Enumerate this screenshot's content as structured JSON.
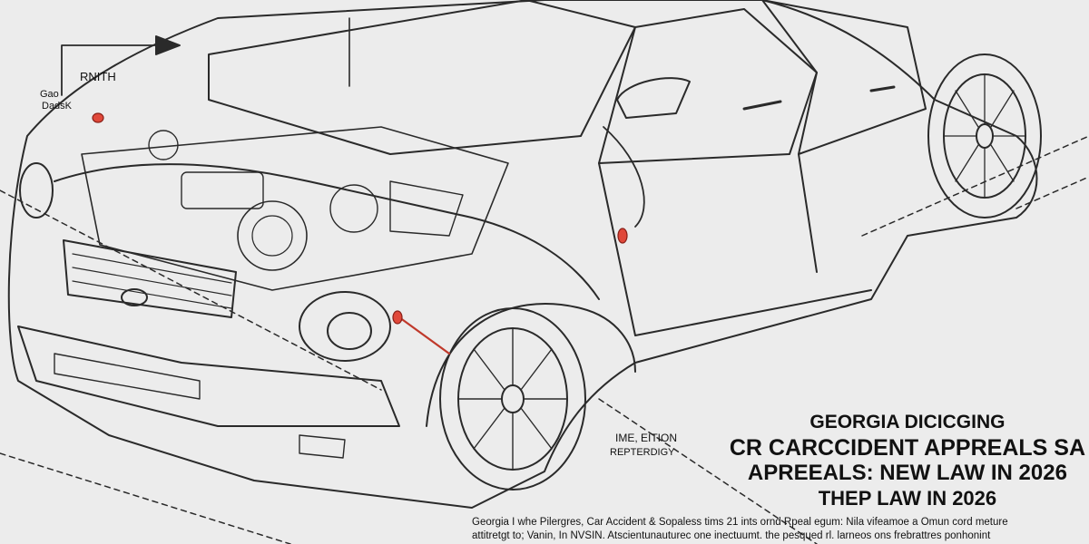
{
  "annotations": {
    "top_left": "RNITH",
    "left_1": "Gao",
    "left_2": "DadsK",
    "mid_1": "IME, EITION",
    "mid_2": "REPTERDIGY"
  },
  "headline": {
    "line1": "GEORGIA DICICGING",
    "line2": "CR CARCCIDENT APPREALS SA",
    "line3": "APREEALS: NEW LAW IN  2026",
    "line4": "THEP LAW IN 2026"
  },
  "caption": {
    "line1": "Georgia I whe Pilergres, Car Accident & Sopaless tims 21 ints ornd Rpeal egum: Nila vifeamoe a Omun cord meture",
    "line2": "attitretgt to; Vanin, In NVSIN. Atscientunauturec one inectuumt. the pesqued rl. larneos ons frebrattres ponhonint"
  },
  "colors": {
    "background": "#ececec",
    "line": "#2a2a2a",
    "marker": "#e0483a"
  }
}
